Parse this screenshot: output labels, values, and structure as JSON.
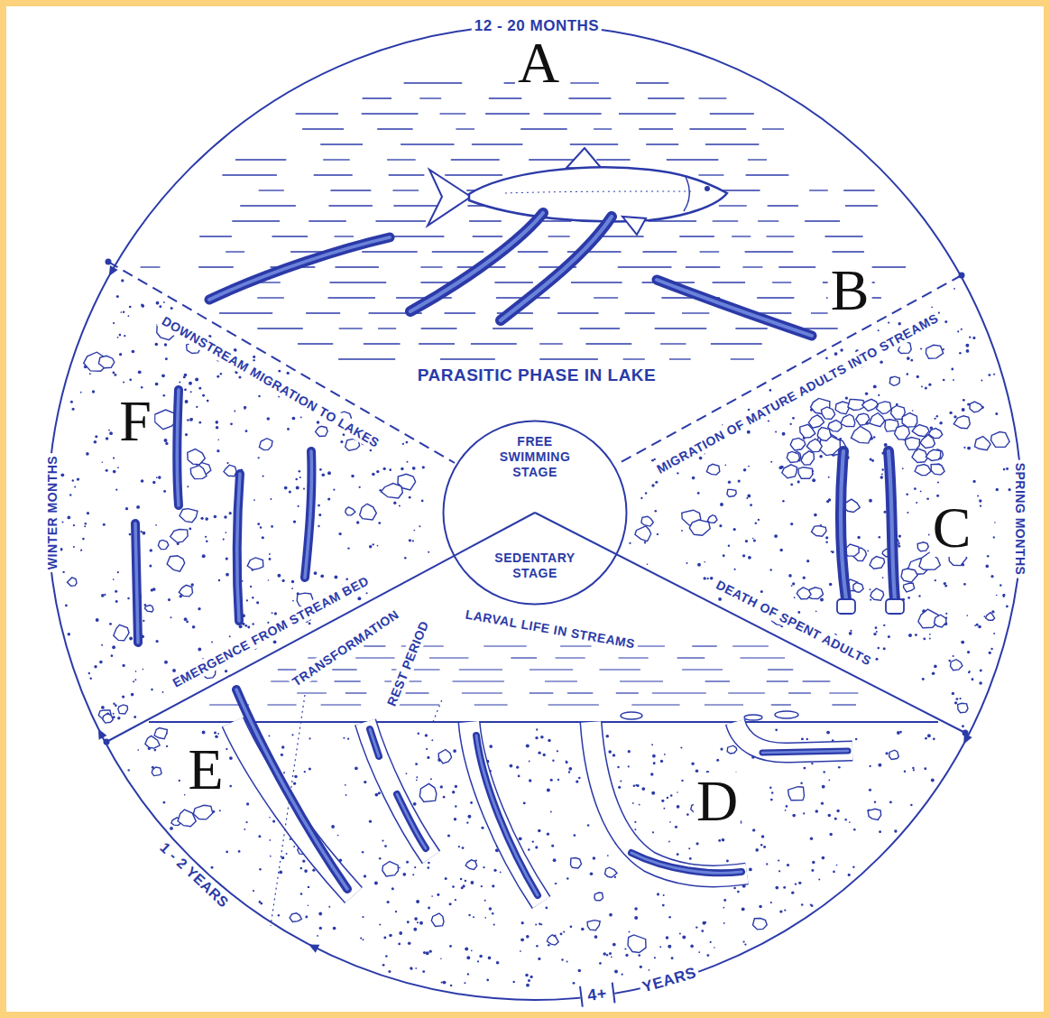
{
  "diagram": {
    "nodes": [
      {
        "text": [
          "FREE SWIMMING STAGE",
          "SEDENTARY STAGE"
        ]
      }
    ],
    "labels": [
      "12 - 20 MONTHS",
      "A",
      "B",
      "PARASITIC PHASE IN LAKE",
      "DOWNSTREAM MIGRATION TO LAKES",
      "F",
      "MIGRATION OF MATURE ADULTS INTO STREAMS",
      "C",
      "WINTER MONTHS",
      "SPRING MONTHS",
      "EMERGENCE FROM STREAM BED",
      "TRANSFORMATION",
      "REST PERIOD",
      "LARVAL LIFE IN STREAMS",
      "DEATH OF SPENT ADULTS",
      "E",
      "D",
      "1 - 2 YEARS",
      "4+",
      "YEARS"
    ]
  }
}
